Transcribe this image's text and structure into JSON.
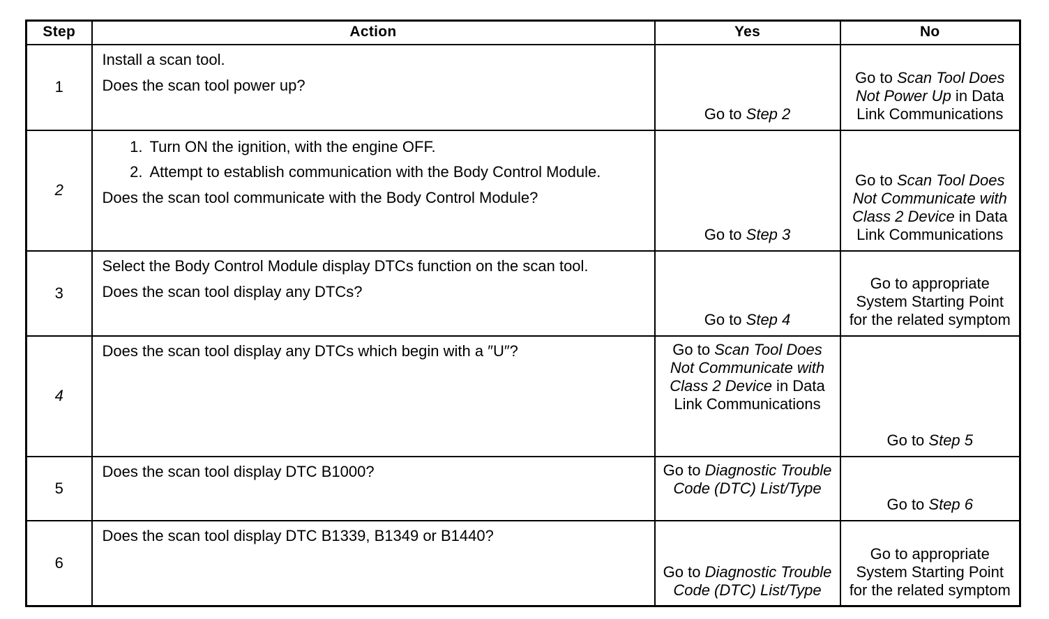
{
  "table": {
    "headers": {
      "step": "Step",
      "action": "Action",
      "yes": "Yes",
      "no": "No"
    },
    "rows": [
      {
        "step": "1",
        "step_italic": false,
        "action": {
          "lines": [
            "Install a scan tool.",
            "Does the scan tool power up?"
          ],
          "numbered": []
        },
        "yes": {
          "segments": [
            {
              "text": "Go to ",
              "italic": false
            },
            {
              "text": "Step 2",
              "italic": true
            }
          ]
        },
        "no": {
          "segments": [
            {
              "text": "Go to ",
              "italic": false
            },
            {
              "text": "Scan Tool Does Not Power Up",
              "italic": true
            },
            {
              "text": " in Data Link Communications",
              "italic": false
            }
          ]
        }
      },
      {
        "step": "2",
        "step_italic": true,
        "action": {
          "lines": [
            "Does the scan tool communicate with the Body Control Module?"
          ],
          "numbered": [
            "Turn ON the ignition, with the engine OFF.",
            "Attempt to establish communication with the Body Control Module."
          ]
        },
        "yes": {
          "segments": [
            {
              "text": "Go to ",
              "italic": false
            },
            {
              "text": "Step 3",
              "italic": true
            }
          ]
        },
        "no": {
          "segments": [
            {
              "text": "Go to ",
              "italic": false
            },
            {
              "text": "Scan Tool Does Not Communicate with Class 2 Device",
              "italic": true
            },
            {
              "text": " in Data Link Communications",
              "italic": false
            }
          ]
        }
      },
      {
        "step": "3",
        "step_italic": false,
        "action": {
          "lines": [
            "Select the Body Control Module display DTCs function on the scan tool.",
            "Does the scan tool display any DTCs?"
          ],
          "numbered": []
        },
        "yes": {
          "segments": [
            {
              "text": "Go to ",
              "italic": false
            },
            {
              "text": "Step 4",
              "italic": true
            }
          ]
        },
        "no": {
          "segments": [
            {
              "text": "Go to appropriate System Starting Point for the related symptom",
              "italic": false
            }
          ]
        }
      },
      {
        "step": "4",
        "step_italic": true,
        "action": {
          "lines": [
            "Does the scan tool display any DTCs which begin with a ″U″?"
          ],
          "numbered": []
        },
        "yes": {
          "top": true,
          "segments": [
            {
              "text": "Go to ",
              "italic": false
            },
            {
              "text": "Scan Tool Does Not Communicate with Class 2 Device",
              "italic": true
            },
            {
              "text": " in Data Link Communications",
              "italic": false
            }
          ]
        },
        "no": {
          "segments": [
            {
              "text": "Go to ",
              "italic": false
            },
            {
              "text": "Step 5",
              "italic": true
            }
          ]
        }
      },
      {
        "step": "5",
        "step_italic": false,
        "action": {
          "lines": [
            "Does the scan tool display DTC B1000?"
          ],
          "numbered": []
        },
        "yes": {
          "top": true,
          "segments": [
            {
              "text": "Go to ",
              "italic": false
            },
            {
              "text": "Diagnostic Trouble Code (DTC) List/Type",
              "italic": true
            }
          ]
        },
        "no": {
          "segments": [
            {
              "text": "Go to ",
              "italic": false
            },
            {
              "text": "Step 6",
              "italic": true
            }
          ]
        }
      },
      {
        "step": "6",
        "step_italic": false,
        "action": {
          "lines": [
            "Does the scan tool display DTC B1339, B1349 or B1440?"
          ],
          "numbered": []
        },
        "yes": {
          "segments": [
            {
              "text": "Go to ",
              "italic": false
            },
            {
              "text": "Diagnostic Trouble Code (DTC) List/Type",
              "italic": true
            }
          ]
        },
        "no": {
          "segments": [
            {
              "text": "Go to appropriate System Starting Point for the related symptom",
              "italic": false
            }
          ]
        }
      }
    ]
  },
  "colors": {
    "ink": "#000000",
    "page": "#ffffff"
  }
}
